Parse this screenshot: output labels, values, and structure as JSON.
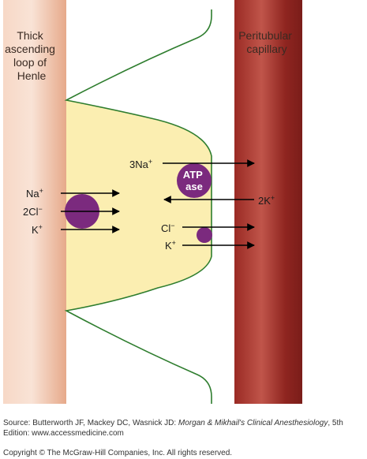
{
  "structures": {
    "loop_label": [
      "Thick",
      "ascending",
      "loop of",
      "Henle"
    ],
    "capillary_label": [
      "Peritubular",
      "capillary"
    ]
  },
  "ions": {
    "luminal": [
      "Na",
      "2Cl",
      "K"
    ],
    "pump": [
      "3Na",
      "2K"
    ],
    "basolateral": [
      "Cl",
      "K"
    ]
  },
  "pump_label": [
    "ATP",
    "ase"
  ],
  "colors": {
    "loop": "#f2c3a8",
    "capillary": "#a8322c",
    "cell": "#fbeeb1",
    "membrane": "#2e7d2e",
    "transporter": "#7b2a7e"
  },
  "citation": {
    "prefix": "Source: Butterworth JF, Mackey DC, Wasnick JD: ",
    "title": "Morgan & Mikhail's Clinical Anesthesiology",
    "suffix": ", 5th Edition: www.accessmedicine.com"
  },
  "copyright": "Copyright © The McGraw-Hill Companies, Inc. All rights reserved."
}
